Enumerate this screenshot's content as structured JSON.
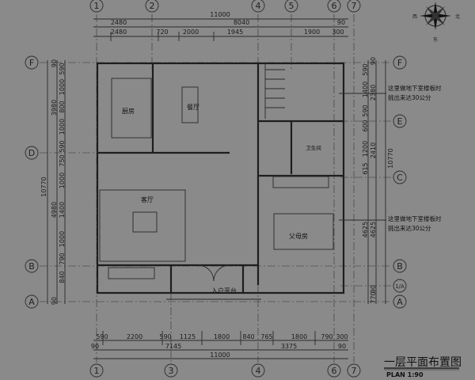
{
  "title": "一层平面布置图",
  "scale": "PLAN 1:90",
  "compass": {
    "left": "西",
    "right": "北",
    "bottom": "东"
  },
  "axes": {
    "top": [
      "1",
      "2",
      "4",
      "5",
      "6",
      "7"
    ],
    "bottom": [
      "1",
      "3",
      "4",
      "6",
      "7"
    ],
    "left": [
      "F",
      "D",
      "B",
      "A"
    ],
    "right": [
      "F",
      "E",
      "C",
      "B",
      "1/A",
      "A"
    ]
  },
  "dims": {
    "top_total": "11000",
    "top_mid": [
      "2480",
      "8040",
      "90"
    ],
    "top_detail": [
      "2480",
      "720",
      "2000",
      "1945",
      "1900",
      "300"
    ],
    "bottom_detail": [
      "590",
      "2200",
      "590",
      "1125",
      "1800",
      "840",
      "765",
      "1800",
      "790",
      "300"
    ],
    "bottom_mid": [
      "90",
      "7145",
      "3375",
      "90"
    ],
    "bottom_total": "11000",
    "left_total": "10770",
    "left_mid": [
      "90",
      "3980",
      "4980",
      "90"
    ],
    "left_detail": [
      "590",
      "1000",
      "800",
      "1000",
      "590",
      "750",
      "1000",
      "1400",
      "1000",
      "790",
      "840"
    ],
    "right_detail": [
      "590",
      "1400",
      "590",
      "600",
      "1200",
      "615",
      "4625"
    ],
    "right_mid": [
      "90",
      "2380",
      "2410",
      "4625",
      "90",
      "770"
    ],
    "right_total": "10770"
  },
  "rooms": {
    "kitchen": "厨房",
    "dining": "餐厅",
    "living": "客厅",
    "bathroom": "卫生间",
    "parents_room": "父母房",
    "entry_platform": "入户平台"
  },
  "notes": [
    {
      "line1": "这里做地下室楼板时",
      "line2": "挑出来达30公分"
    },
    {
      "line1": "这里做地下室楼板时",
      "line2": "挑出来达30公分"
    }
  ]
}
